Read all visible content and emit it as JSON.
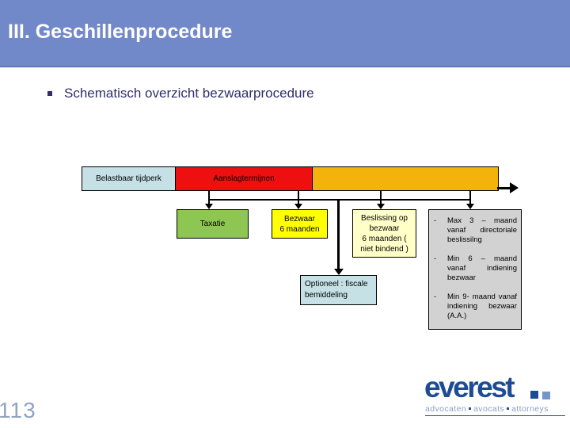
{
  "slide": {
    "title": "III. Geschillenprocedure",
    "bullet_text": "Schematisch overzicht bezwaarprocedure",
    "page_number": "113"
  },
  "diagram": {
    "timeline_bar": {
      "segments": [
        {
          "label": "Belastbaar tijdperk",
          "color": "#C5E1E5"
        },
        {
          "label": "Aanslagtermijnen",
          "color": "#EE1010"
        },
        {
          "label": "",
          "color": "#F4B30C"
        }
      ],
      "arrow_icon": "right-arrow"
    },
    "taxatie_box": {
      "label": "Taxatie",
      "color": "#8EC653"
    },
    "bezwaar_box": {
      "line1": "Bezwaar",
      "line2": "6 maanden",
      "color": "#FFFF00"
    },
    "beslissing_box": {
      "line1": "Beslissing op",
      "line2": "bezwaar",
      "line3": "6 maanden (",
      "line4": "niet bindend )",
      "color": "#FFFFC8"
    },
    "optioneel_box": {
      "line1": "Optioneel : fiscale",
      "line2": "bemiddeling",
      "color": "#C5E1E5"
    },
    "termijnen_box": {
      "color": "#D2D2D2",
      "items": [
        {
          "marker": "-",
          "text": "Max 3 – maand vanaf directoriale beslissilng"
        },
        {
          "marker": "-",
          "text": "Min 6 – maand vanaf indiening bezwaar"
        },
        {
          "marker": "-",
          "text": "Min 9- maand vanaf indiening bezwaar (A.A.)"
        }
      ]
    }
  },
  "footer": {
    "logo": {
      "name": "everest",
      "tagline_1": "advocaten",
      "tagline_2": "avocats",
      "tagline_3": "attorneys",
      "separator_icon": "square-bullet",
      "brand_color": "#1E4C94",
      "accent_color": "#7396C8"
    }
  },
  "colors": {
    "header_background": "#7289C9",
    "title_text": "#FFFFFF",
    "body_text": "#2F2F6B",
    "page_number": "#8FA3C4"
  }
}
